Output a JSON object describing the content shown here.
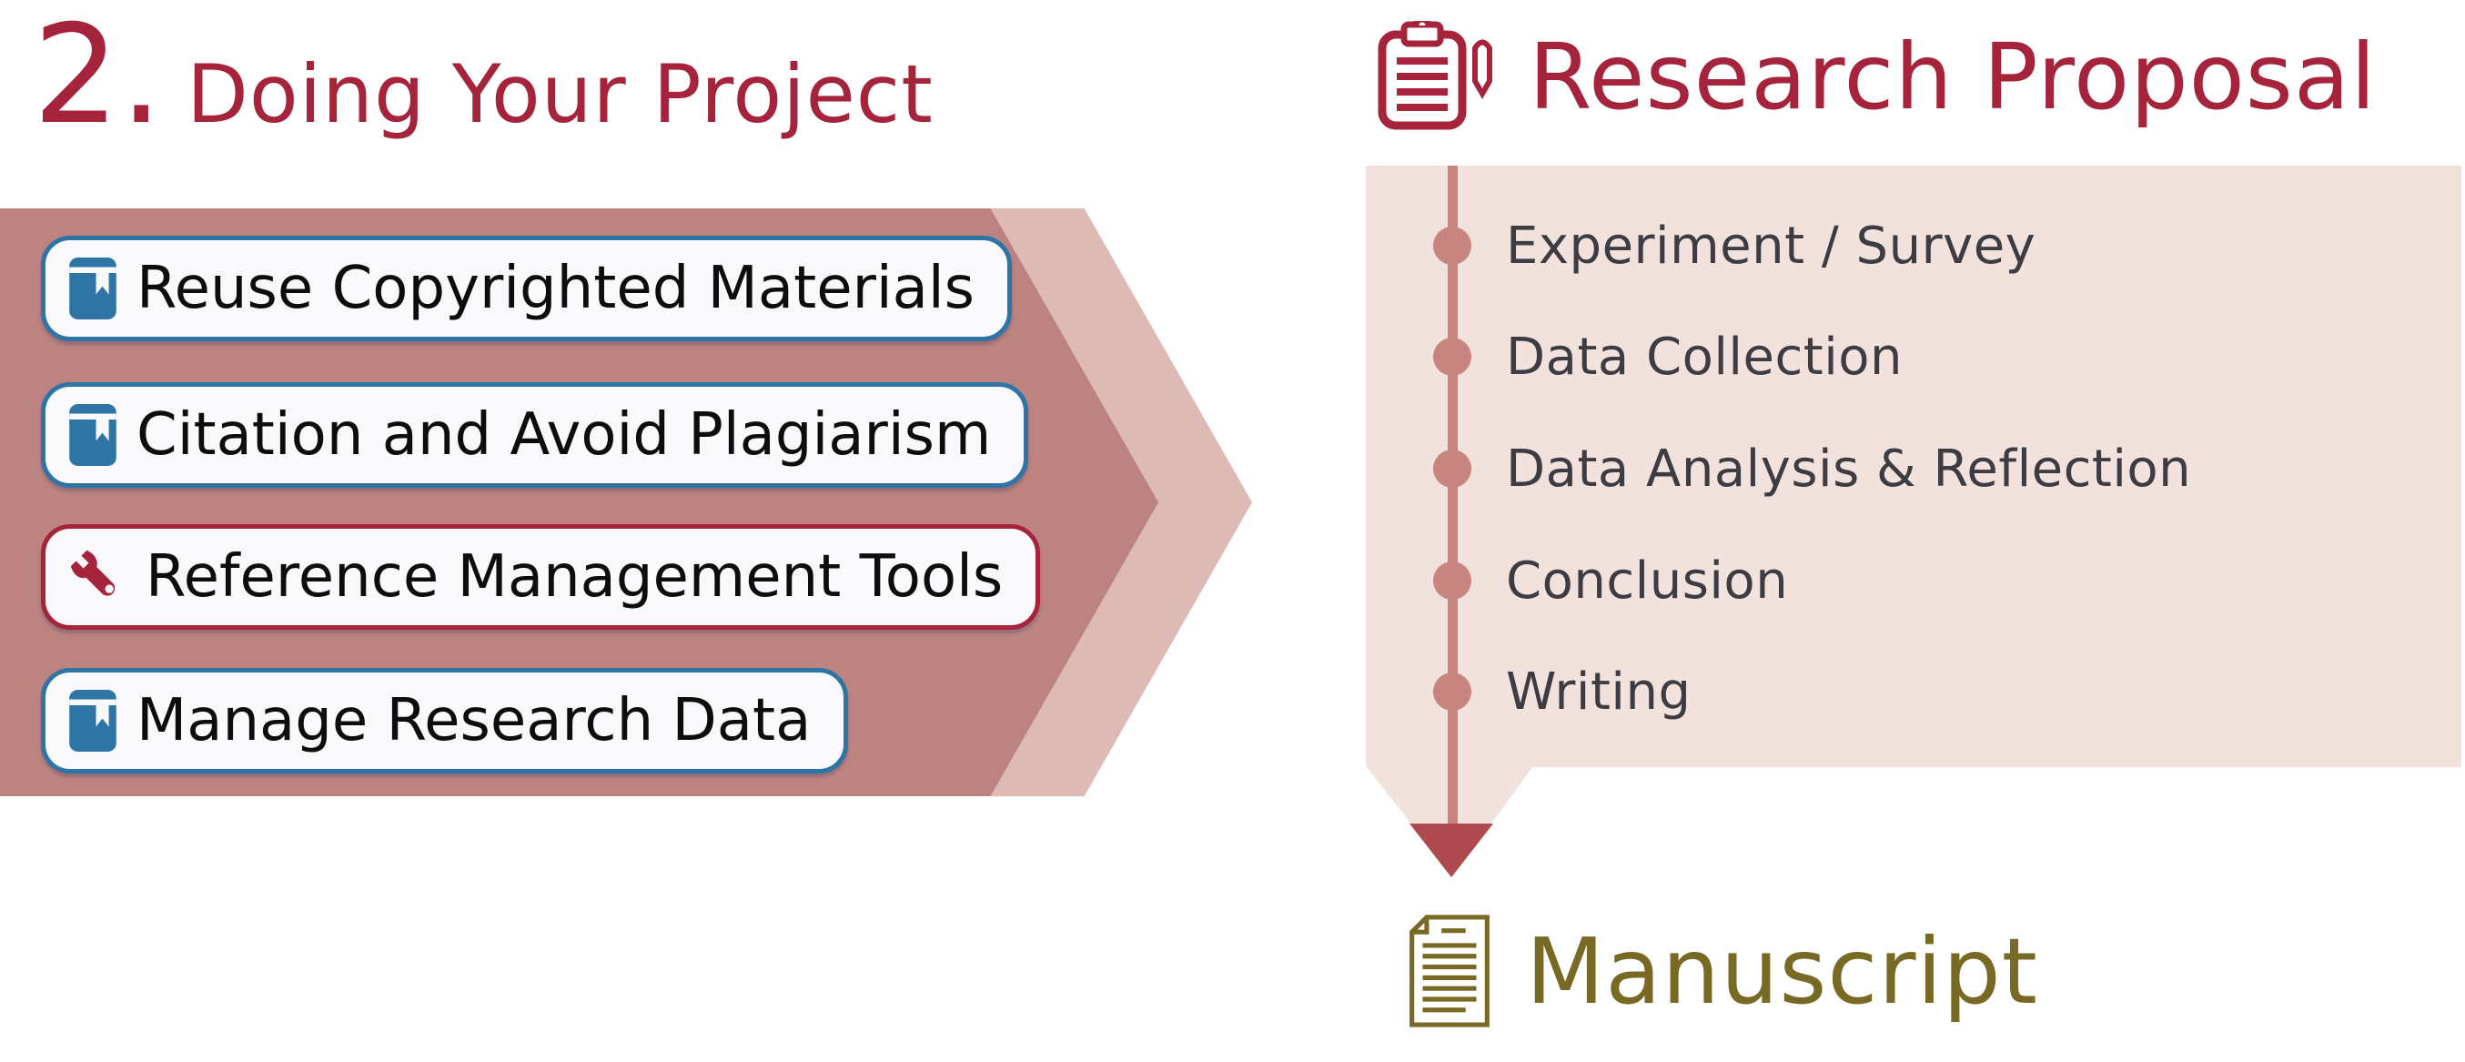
{
  "colors": {
    "crimson": "#a5243c",
    "blue": "#2e75a6",
    "chev_dark": "#bd8381",
    "chev_light": "#ddbab4",
    "panel_pink": "#f2e2de",
    "rose": "#c8847e",
    "arrow_red": "#ae4950",
    "list_text": "#3c3c42",
    "button_bg": "#f9f9fb",
    "button_text": "#0d0d0d",
    "olive": "#786a24"
  },
  "section": {
    "number": "2.",
    "title": "Doing Your Project"
  },
  "process_buttons": [
    {
      "label": "Reuse Copyrighted Materials",
      "icon": "book"
    },
    {
      "label": "Citation and Avoid Plagiarism",
      "icon": "book"
    },
    {
      "label": "Reference Management Tools",
      "icon": "wrench"
    },
    {
      "label": "Manage Research Data",
      "icon": "book"
    }
  ],
  "research_proposal": {
    "title": "Research Proposal",
    "icon": "clipboard-pen",
    "steps": [
      "Experiment / Survey",
      "Data Collection",
      "Data Analysis & Reflection",
      "Conclusion",
      "Writing"
    ]
  },
  "manuscript": {
    "title": "Manuscript",
    "icon": "document"
  }
}
